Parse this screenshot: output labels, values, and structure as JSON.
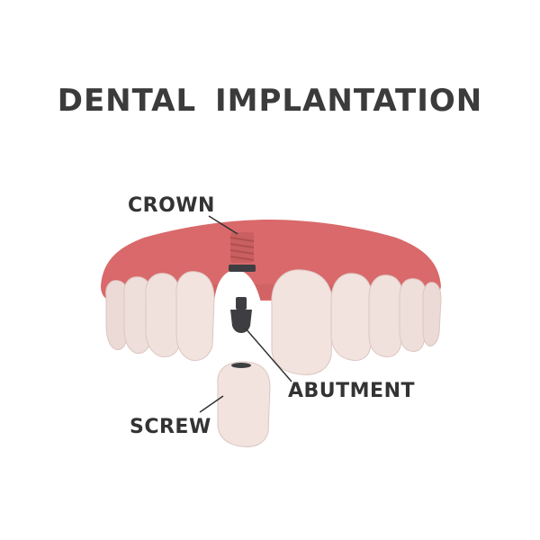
{
  "title": "DENTAL  IMPLANTATION",
  "labels": {
    "crown": "CROWN",
    "abutment": "ABUTMENT",
    "screw": "SCREW"
  },
  "colors": {
    "gum": "#d9696a",
    "gum_dark": "#c45858",
    "tooth": "#f2e3df",
    "tooth_shadow": "#dcc6c0",
    "implant": "#3e3e42",
    "text": "#333333"
  }
}
